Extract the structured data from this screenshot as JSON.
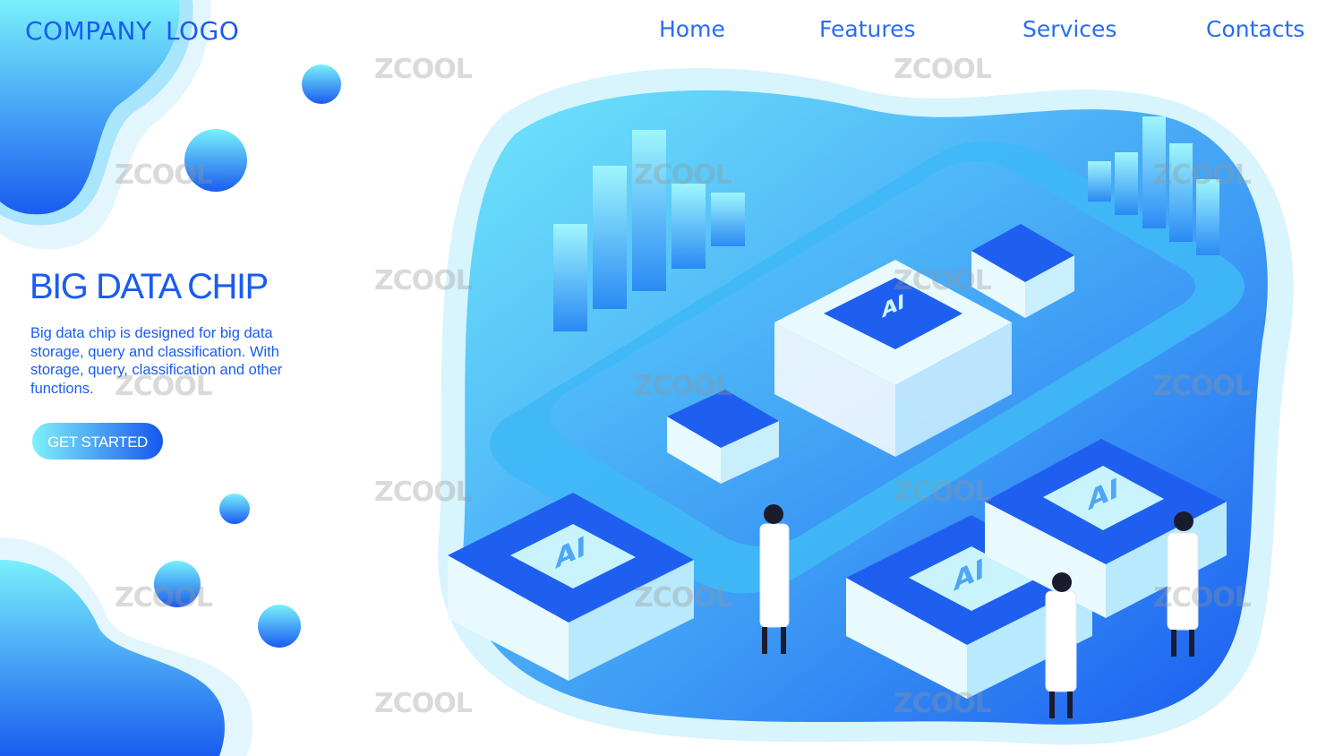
{
  "header": {
    "logo": "COMPANY  LOGO",
    "nav": [
      {
        "label": "Home"
      },
      {
        "label": "Features"
      },
      {
        "label": "Services"
      },
      {
        "label": "Contacts"
      }
    ]
  },
  "hero": {
    "title": "BIG DATA CHIP",
    "description": "Big data chip is designed for big data storage, query and classification. With storage, query, classification and other functions.",
    "cta": "GET STARTED"
  },
  "illustration": {
    "chip_label": "AI"
  },
  "watermark": "ZCOOL",
  "colors": {
    "primary": "#1a5cf0",
    "light": "#7ff1fb"
  }
}
